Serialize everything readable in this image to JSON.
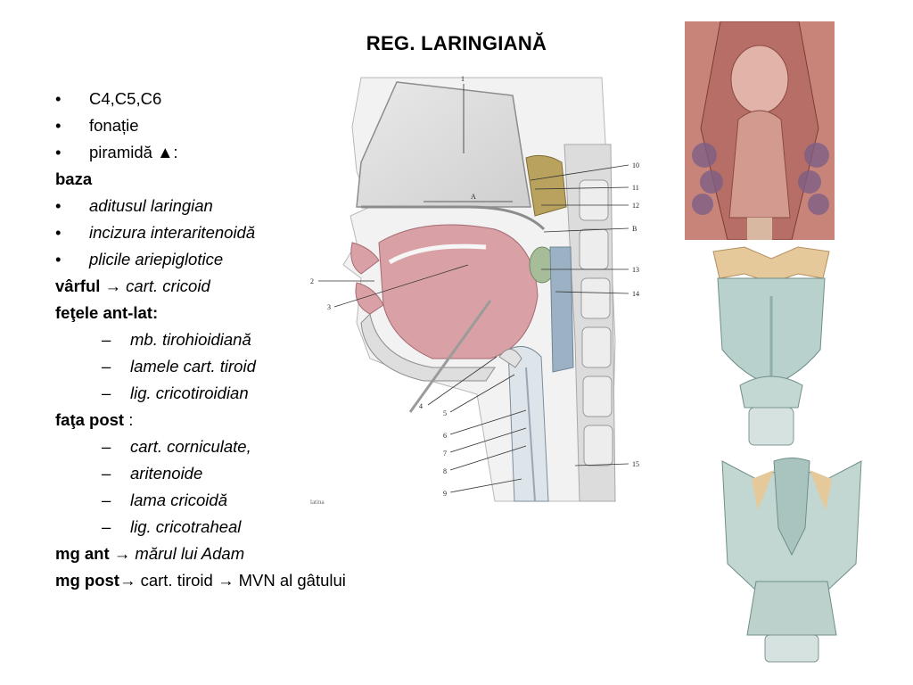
{
  "title": "REG. LARINGIANĂ",
  "bullets": [
    "C4,C5,C6",
    "fonație",
    "piramidă ▲:"
  ],
  "baza_label": "baza",
  "baza_items": [
    "aditusul laringian",
    "incizura interaritenoidă",
    "plicile ariepiglotice"
  ],
  "varful": {
    "label": "vârful",
    "arrow": "→",
    "value": "cart. cricoid"
  },
  "fete_ant_lat": {
    "label": "feţele ant-lat:",
    "items": [
      "mb. tirohioidiană",
      "lamele cart. tiroid",
      "lig. cricotiroidian"
    ]
  },
  "fata_post": {
    "label": "faţa post",
    "suffix": " :",
    "items": [
      "cart. corniculate,",
      "aritenoide",
      "lama cricoidă",
      "lig. cricotraheal"
    ]
  },
  "mg_ant": {
    "label": "mg ant",
    "arrow": "→",
    "value": "mărul lui Adam"
  },
  "mg_post": {
    "label": "mg post",
    "arrow": "→",
    "value1": "cart. tiroid",
    "arrow2": "→",
    "value2": "MVN al gâtului"
  },
  "figure": {
    "labels": [
      "1",
      "10",
      "11",
      "12",
      "B",
      "A",
      "2",
      "3",
      "13",
      "14",
      "4",
      "5",
      "6",
      "7",
      "8",
      "15",
      "9"
    ],
    "credit": "latina"
  },
  "bullet_glyph": "•",
  "dash_glyph": "–"
}
